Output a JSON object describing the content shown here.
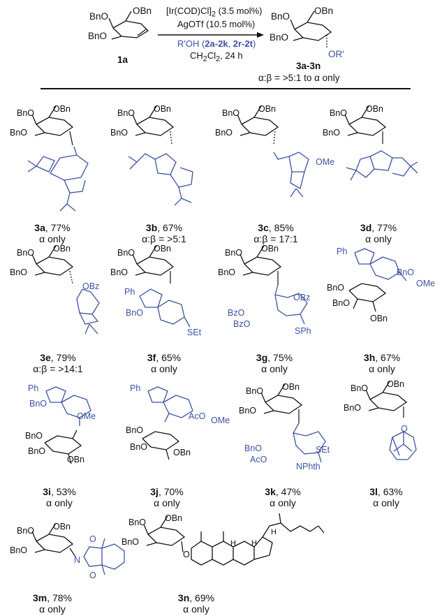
{
  "scheme": {
    "starting_material": {
      "label": "1a",
      "groups": {
        "obn_top": "BnO",
        "obn_right": "OBn",
        "obn_left": "BnO"
      }
    },
    "conditions": {
      "catalyst_main": "[Ir(COD)Cl]",
      "catalyst_sub": "2",
      "catalyst_loading": "(3.5 mol%)",
      "cocatalyst": "AgOTf (10.5 mol%)",
      "nucleophile_prefix": "R′OH (",
      "nucleophile_range1": "2a-2k",
      "nucleophile_sep": ", ",
      "nucleophile_range2": "2r-2t",
      "nucleophile_suffix": ")",
      "solvent_main": "CH",
      "solvent_sub": "2",
      "solvent_rest": "Cl",
      "solvent_sub2": "2",
      "time": ", 24 h"
    },
    "product": {
      "label": "3a-3n",
      "selectivity": "α:β = >5:1 to α only",
      "groups": {
        "obn_top": "BnO",
        "obn_right": "OBn",
        "obn_left": "BnO",
        "aglycone": "OR′"
      }
    }
  },
  "substrate_labels": {
    "bno": "BnO",
    "obn": "OBn",
    "ome": "OMe",
    "obz": "OBz",
    "bzo": "BzO",
    "set": "SEt",
    "sph": "SPh",
    "ph": "Ph",
    "aco": "AcO",
    "nphth": "NPhth",
    "o": "O",
    "n": "N",
    "h": "H"
  },
  "products": [
    {
      "id": "3a",
      "yield": "77%",
      "selectivity": "α only"
    },
    {
      "id": "3b",
      "yield": "67%",
      "selectivity": "α:β = >5:1"
    },
    {
      "id": "3c",
      "yield": "85%",
      "selectivity": "α:β = 17:1"
    },
    {
      "id": "3d",
      "yield": "77%",
      "selectivity": "α only"
    },
    {
      "id": "3e",
      "yield": "79%",
      "selectivity": "α:β = >14:1"
    },
    {
      "id": "3f",
      "yield": "65%",
      "selectivity": "α only"
    },
    {
      "id": "3g",
      "yield": "75%",
      "selectivity": "α only"
    },
    {
      "id": "3h",
      "yield": "67%",
      "selectivity": "α only"
    },
    {
      "id": "3i",
      "yield": "53%",
      "selectivity": "α only"
    },
    {
      "id": "3j",
      "yield": "70%",
      "selectivity": "α only"
    },
    {
      "id": "3k",
      "yield": "47%",
      "selectivity": "α only"
    },
    {
      "id": "3l",
      "yield": "63%",
      "selectivity": "α only"
    },
    {
      "id": "3m",
      "yield": "78%",
      "selectivity": "α only"
    },
    {
      "id": "3n",
      "yield": "69%",
      "selectivity": "α only"
    }
  ],
  "colors": {
    "text": "#111111",
    "aglycone_blue": "#3b52a3"
  }
}
